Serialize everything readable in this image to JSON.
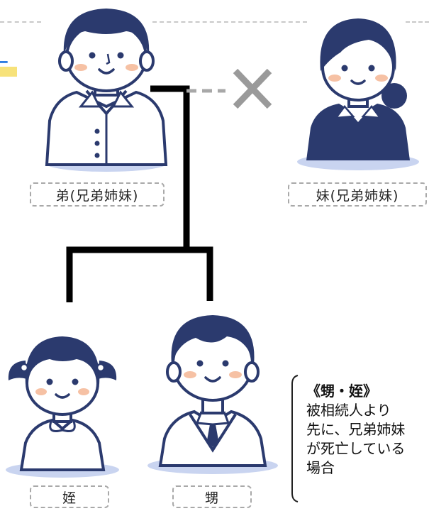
{
  "nodes": {
    "brother": {
      "label": "弟(兄弟姉妹)"
    },
    "sister": {
      "label": "妹(兄弟姉妹)"
    },
    "niece": {
      "label": "姪"
    },
    "nephew": {
      "label": "甥"
    }
  },
  "note": {
    "title": "《甥・姪》",
    "lines": [
      "被相続人より",
      "先に、兄弟姉妹",
      "が死亡している",
      "場合"
    ]
  },
  "colors": {
    "hair": "#2b3a6e",
    "skin": "#ffffff",
    "cheek": "#f6c1a4",
    "shadow": "#c9d4f0",
    "tie": "#2b3a6e",
    "cross": "#9a9a9a",
    "line": "#000000",
    "corner_accent": "#2f7de1",
    "highlight": "#f7e27a"
  },
  "icons": {
    "brother": "young-man-avatar-icon",
    "sister": "woman-avatar-icon",
    "niece": "girl-avatar-icon",
    "nephew": "boy-avatar-icon",
    "deceased": "cross-mark-icon"
  }
}
